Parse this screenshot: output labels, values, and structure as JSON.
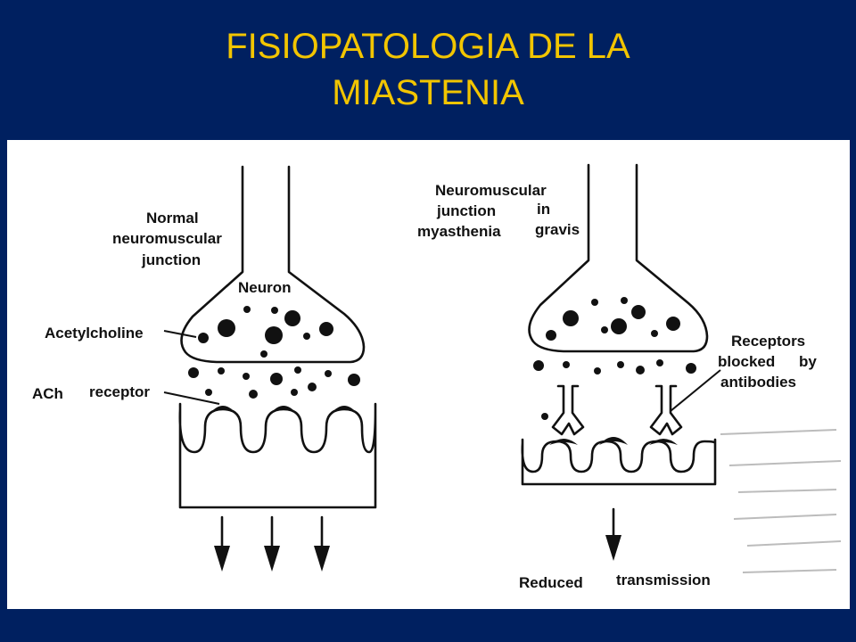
{
  "title": {
    "line1": "FISIOPATOLOGIA DE LA",
    "line2": "MIASTENIA"
  },
  "colors": {
    "background": "#002060",
    "title": "#f2c500",
    "figure_bg": "#ffffff",
    "ink": "#111111"
  },
  "diagram": {
    "normal": {
      "heading": [
        "Normal",
        "neuromuscular",
        "junction"
      ],
      "neuron_label": "Neuron",
      "acetylcholine_label": "Acetylcholine",
      "ach_label": "ACh",
      "receptor_label": "receptor"
    },
    "myasthenia": {
      "heading": [
        "Neuromuscular",
        "junction",
        "in",
        "myasthenia",
        "gravis"
      ],
      "blocked_label": [
        "Receptors",
        "blocked",
        "by",
        "antibodies"
      ],
      "reduced_label": "Reduced",
      "transmission_label": "transmission"
    }
  }
}
